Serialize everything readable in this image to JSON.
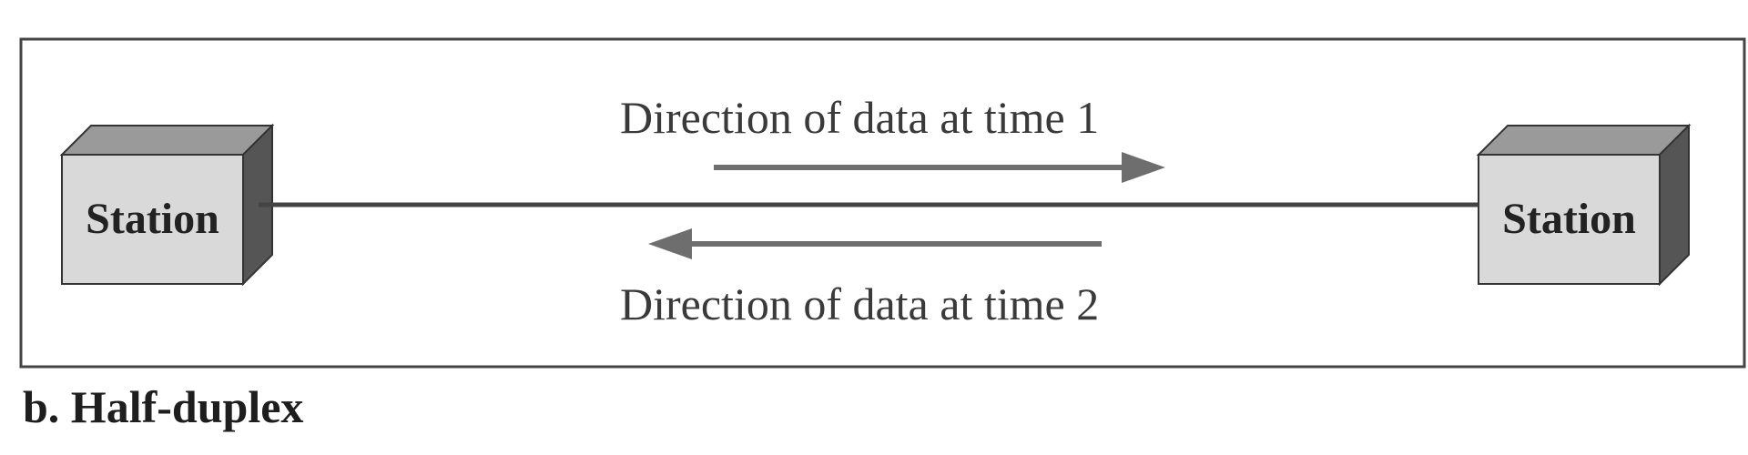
{
  "diagram": {
    "stations": [
      {
        "label": "Station"
      },
      {
        "label": "Station"
      }
    ],
    "direction_time_1": "Direction of data at time 1",
    "direction_time_2": "Direction of data at time 2",
    "caption": "b. Half-duplex",
    "colors": {
      "frame": "#444444",
      "link": "#444444",
      "arrow": "#6e6e6e",
      "station_front": "#d9d9d9",
      "station_top": "#9a9a9a",
      "station_side": "#555555"
    }
  }
}
